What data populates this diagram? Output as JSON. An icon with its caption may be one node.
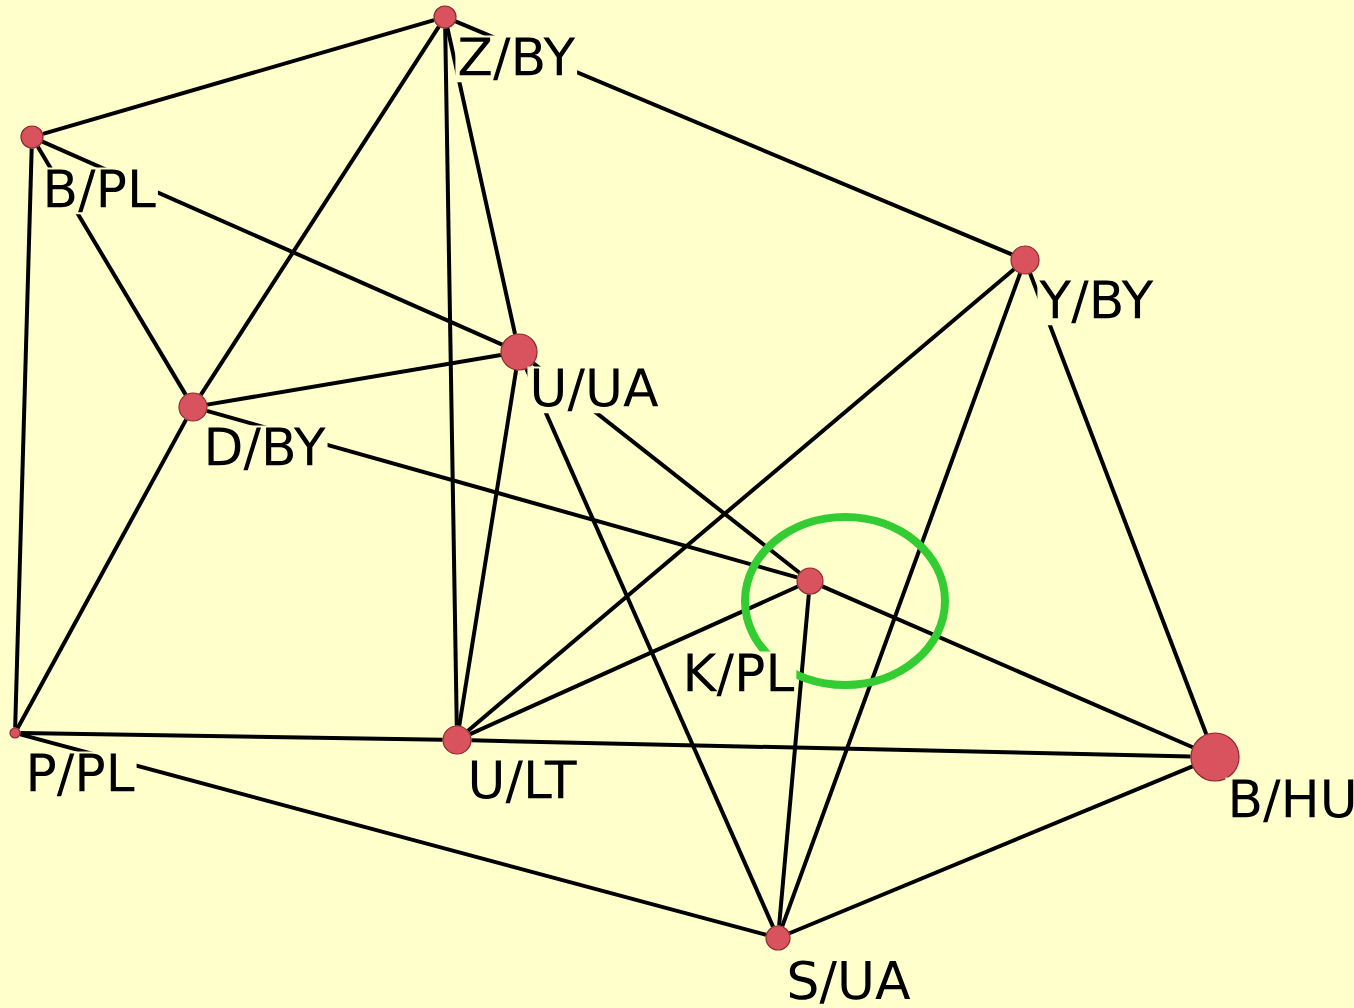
{
  "diagram": {
    "nodes": [
      {
        "text": [
          "Z/BY"
        ]
      },
      {
        "text": [
          "B/PL"
        ]
      },
      {
        "text": [
          "Y/BY"
        ]
      },
      {
        "text": [
          "U/UA"
        ]
      },
      {
        "text": [
          "D/BY"
        ]
      },
      {
        "text": [
          "K/PL"
        ]
      },
      {
        "text": [
          "P/PL"
        ]
      },
      {
        "text": [
          "U/LT"
        ]
      },
      {
        "text": [
          "B/HU"
        ]
      },
      {
        "text": [
          "S/UA"
        ]
      }
    ],
    "edges": [
      {
        "from": 0,
        "to": 1,
        "arrow": "none"
      },
      {
        "from": 0,
        "to": 2,
        "arrow": "none"
      },
      {
        "from": 0,
        "to": 4,
        "arrow": "none"
      },
      {
        "from": 0,
        "to": 7,
        "arrow": "none"
      },
      {
        "from": 0,
        "to": 3,
        "arrow": "none"
      },
      {
        "from": 1,
        "to": 3,
        "arrow": "none"
      },
      {
        "from": 1,
        "to": 4,
        "arrow": "none"
      },
      {
        "from": 1,
        "to": 6,
        "arrow": "none"
      },
      {
        "from": 3,
        "to": 4,
        "arrow": "none"
      },
      {
        "from": 3,
        "to": 5,
        "arrow": "none"
      },
      {
        "from": 3,
        "to": 7,
        "arrow": "none"
      },
      {
        "from": 3,
        "to": 9,
        "arrow": "none"
      },
      {
        "from": 4,
        "to": 5,
        "arrow": "none"
      },
      {
        "from": 4,
        "to": 6,
        "arrow": "none"
      },
      {
        "from": 6,
        "to": 7,
        "arrow": "none"
      },
      {
        "from": 6,
        "to": 9,
        "arrow": "none"
      },
      {
        "from": 7,
        "to": 8,
        "arrow": "none"
      },
      {
        "from": 7,
        "to": 2,
        "arrow": "none"
      },
      {
        "from": 7,
        "to": 5,
        "arrow": "none"
      },
      {
        "from": 2,
        "to": 9,
        "arrow": "none"
      },
      {
        "from": 2,
        "to": 8,
        "arrow": "none"
      },
      {
        "from": 5,
        "to": 9,
        "arrow": "none"
      },
      {
        "from": 9,
        "to": 8,
        "arrow": "none"
      },
      {
        "from": 5,
        "to": 8,
        "arrow": "none"
      }
    ]
  }
}
